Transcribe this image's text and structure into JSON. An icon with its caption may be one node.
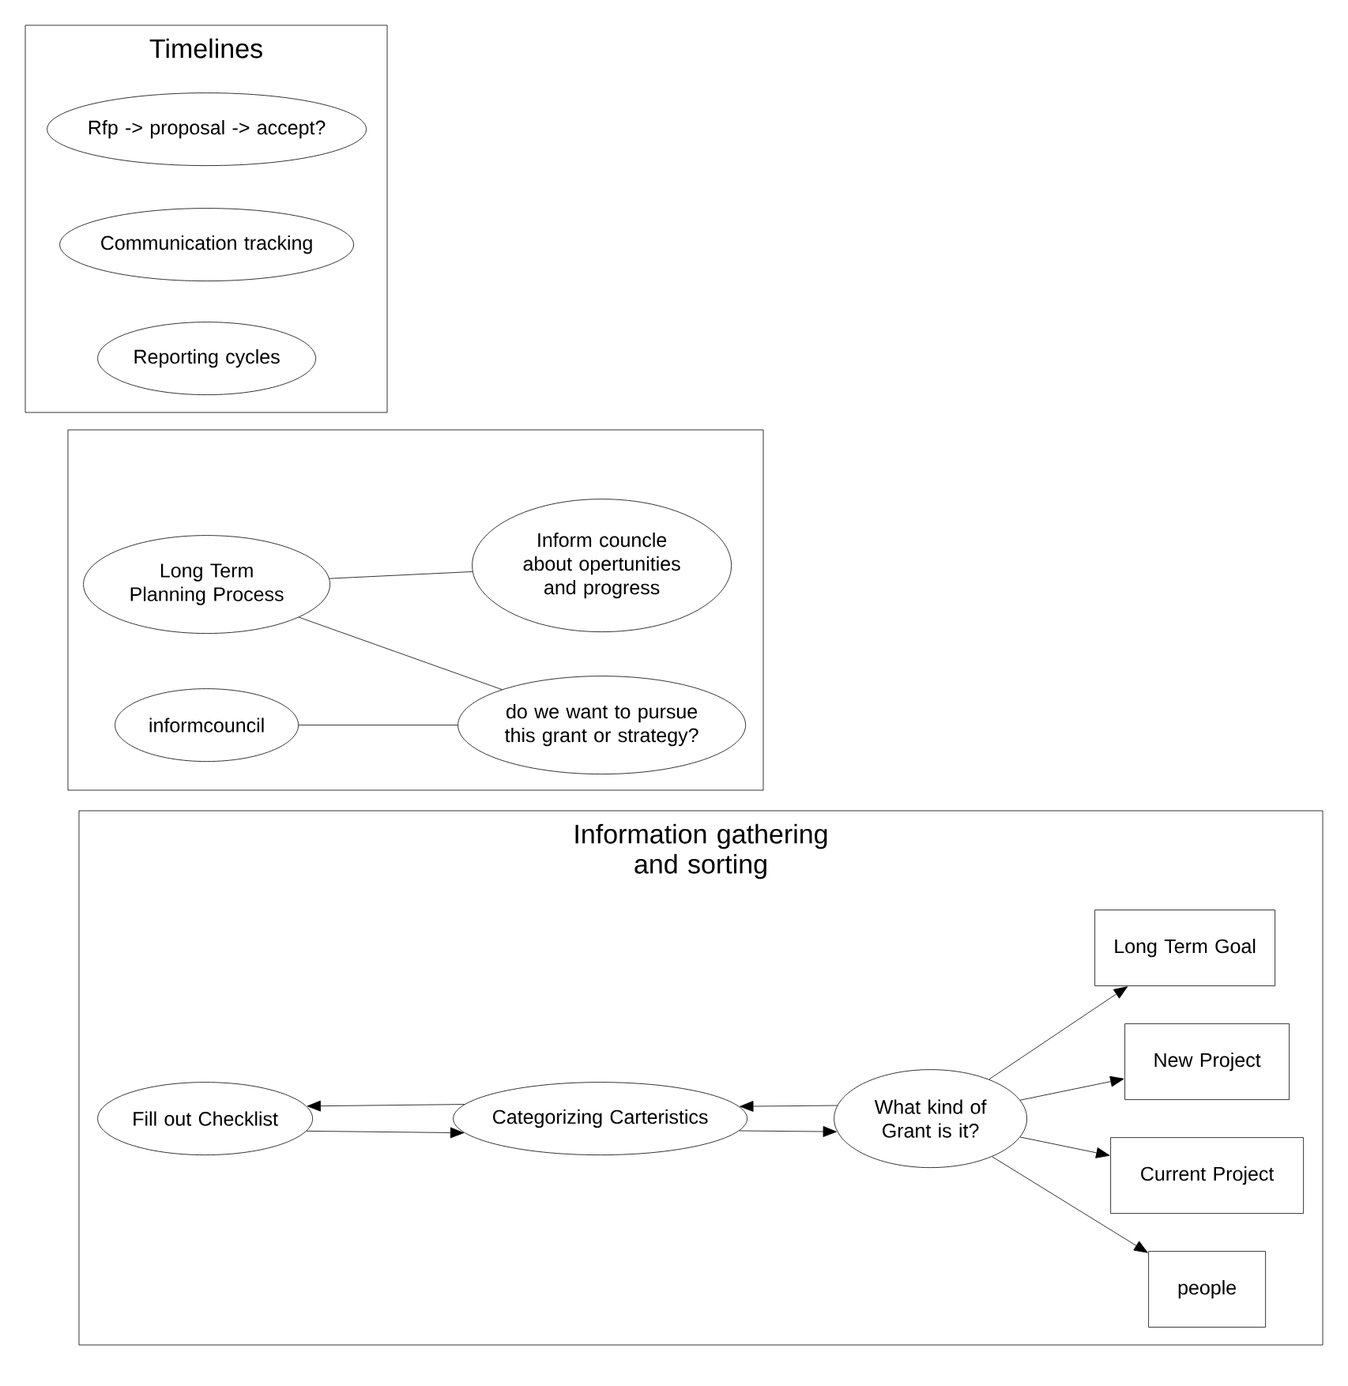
{
  "diagram": {
    "nodes": [
      {
        "text": [
          "Timelines"
        ]
      },
      {
        "text": [
          "Rfp -> proposal -> accept?"
        ],
        "in": 0
      },
      {
        "text": [
          "Communication tracking"
        ],
        "in": 0
      },
      {
        "text": [
          "Reporting cycles"
        ],
        "in": 0
      },
      {
        "text": [],
        "shape": "box"
      },
      {
        "text": [
          "Long Term Planning Process"
        ],
        "in": 4
      },
      {
        "text": [
          "Inform councle about opertunities and progress"
        ],
        "in": 4
      },
      {
        "text": [
          "informcouncil"
        ],
        "in": 4
      },
      {
        "text": [
          "do we want to pursue this grant or strategy?"
        ],
        "in": 4
      },
      {
        "text": [
          "Information gathering and sorting"
        ]
      },
      {
        "text": [
          "Fill out Checklist"
        ],
        "in": 9
      },
      {
        "text": [
          "Categorizing Carteristics"
        ],
        "in": 9
      },
      {
        "text": [
          "What kind of Grant is it?"
        ],
        "in": 9
      },
      {
        "text": [
          "Long Term Goal"
        ],
        "in": 9
      },
      {
        "text": [
          "New Project"
        ],
        "in": 9
      },
      {
        "text": [
          "Current Project"
        ],
        "in": 9
      },
      {
        "text": [
          "people"
        ],
        "in": 9
      }
    ],
    "edges": [
      {
        "from": 5,
        "to": 6,
        "arrow": "none"
      },
      {
        "from": 5,
        "to": 8,
        "arrow": "none"
      },
      {
        "from": 7,
        "to": 8,
        "arrow": "none"
      },
      {
        "from": 11,
        "to": 10,
        "arrow": "to"
      },
      {
        "from": 10,
        "to": 11,
        "arrow": "to"
      },
      {
        "from": 12,
        "to": 11,
        "arrow": "to"
      },
      {
        "from": 11,
        "to": 12,
        "arrow": "to"
      },
      {
        "from": 12,
        "to": 13,
        "arrow": "to"
      },
      {
        "from": 12,
        "to": 14,
        "arrow": "to"
      },
      {
        "from": 12,
        "to": 15,
        "arrow": "to"
      },
      {
        "from": 12,
        "to": 16,
        "arrow": "to"
      }
    ]
  }
}
